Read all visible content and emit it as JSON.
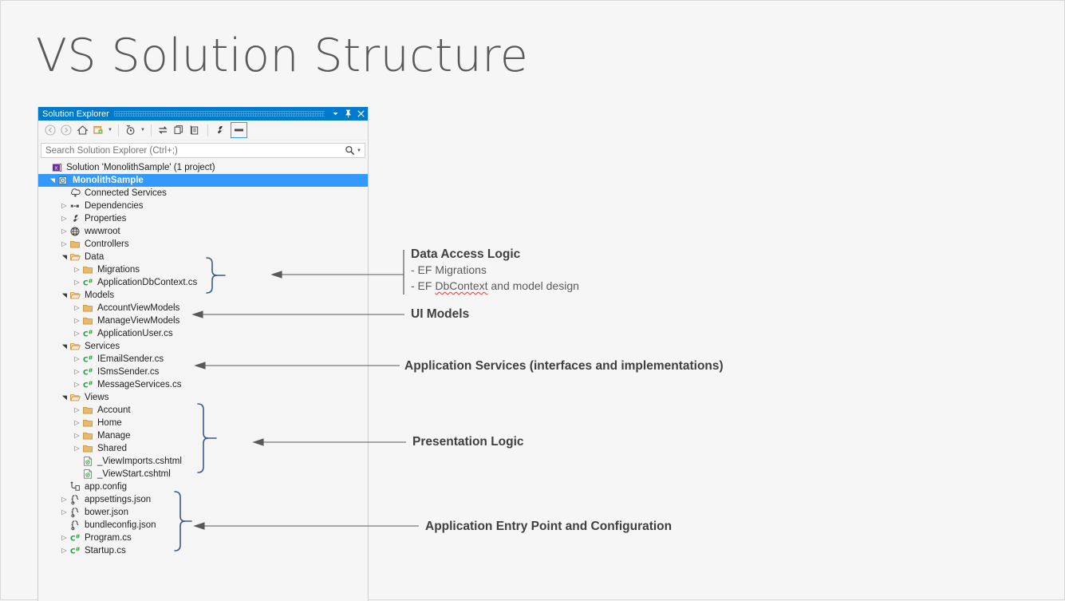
{
  "slide": {
    "title": "VS Solution Structure",
    "background": "#f6f6f6"
  },
  "solution_explorer": {
    "window_title": "Solution Explorer",
    "titlebar_color": "#007acc",
    "selection_color": "#3399ff",
    "titlebar_buttons": [
      {
        "name": "dropdown",
        "glyph": "▾"
      },
      {
        "name": "pin",
        "glyph": "⚑"
      },
      {
        "name": "close",
        "glyph": "✕"
      }
    ],
    "toolbar": [
      {
        "name": "back-icon",
        "label": "Back",
        "disabled": true
      },
      {
        "name": "forward-icon",
        "label": "Forward",
        "disabled": true
      },
      {
        "name": "home-icon",
        "label": "Home"
      },
      {
        "name": "sync-with-active-document-icon",
        "label": "Sync with Active Document"
      },
      {
        "name": "toolbar-caret-1",
        "label": "▾"
      },
      {
        "name": "pending-changes-icon",
        "label": "Pending Changes Filter"
      },
      {
        "name": "toolbar-caret-2",
        "label": "▾"
      },
      {
        "name": "refresh-icon",
        "label": "Refresh"
      },
      {
        "name": "show-all-files-icon",
        "label": "Show All Files"
      },
      {
        "name": "collapse-all-icon",
        "label": "Collapse All"
      },
      {
        "name": "properties-icon",
        "label": "Properties"
      },
      {
        "name": "preview-selected-items-icon",
        "label": "Preview Selected Items",
        "active": true
      }
    ],
    "search": {
      "placeholder": "Search Solution Explorer (Ctrl+;)",
      "value": "",
      "icon": "magnifier-icon",
      "caret": "▾"
    },
    "tree": [
      {
        "label": "Solution 'MonolithSample' (1 project)",
        "indent": 0,
        "twisty": "none",
        "icon": "solution-icon",
        "selected": false,
        "bold": false
      },
      {
        "label": "MonolithSample",
        "indent": 1,
        "twisty": "open",
        "icon": "project-icon",
        "selected": true,
        "bold": true
      },
      {
        "label": "Connected Services",
        "indent": 2,
        "twisty": "none",
        "icon": "connected-services-icon",
        "selected": false,
        "bold": false
      },
      {
        "label": "Dependencies",
        "indent": 2,
        "twisty": "closed",
        "icon": "dependencies-icon",
        "selected": false,
        "bold": false
      },
      {
        "label": "Properties",
        "indent": 2,
        "twisty": "closed",
        "icon": "wrench-icon",
        "selected": false,
        "bold": false
      },
      {
        "label": "wwwroot",
        "indent": 2,
        "twisty": "closed",
        "icon": "globe-icon",
        "selected": false,
        "bold": false
      },
      {
        "label": "Controllers",
        "indent": 2,
        "twisty": "closed",
        "icon": "folder-icon",
        "selected": false,
        "bold": false
      },
      {
        "label": "Data",
        "indent": 2,
        "twisty": "open",
        "icon": "folder-open-icon",
        "selected": false,
        "bold": false
      },
      {
        "label": "Migrations",
        "indent": 3,
        "twisty": "closed",
        "icon": "folder-icon",
        "selected": false,
        "bold": false
      },
      {
        "label": "ApplicationDbContext.cs",
        "indent": 3,
        "twisty": "closed",
        "icon": "csharp-icon",
        "selected": false,
        "bold": false
      },
      {
        "label": "Models",
        "indent": 2,
        "twisty": "open",
        "icon": "folder-open-icon",
        "selected": false,
        "bold": false
      },
      {
        "label": "AccountViewModels",
        "indent": 3,
        "twisty": "closed",
        "icon": "folder-icon",
        "selected": false,
        "bold": false
      },
      {
        "label": "ManageViewModels",
        "indent": 3,
        "twisty": "closed",
        "icon": "folder-icon",
        "selected": false,
        "bold": false
      },
      {
        "label": "ApplicationUser.cs",
        "indent": 3,
        "twisty": "closed",
        "icon": "csharp-icon",
        "selected": false,
        "bold": false
      },
      {
        "label": "Services",
        "indent": 2,
        "twisty": "open",
        "icon": "folder-open-icon",
        "selected": false,
        "bold": false
      },
      {
        "label": "IEmailSender.cs",
        "indent": 3,
        "twisty": "closed",
        "icon": "csharp-icon",
        "selected": false,
        "bold": false
      },
      {
        "label": "ISmsSender.cs",
        "indent": 3,
        "twisty": "closed",
        "icon": "csharp-icon",
        "selected": false,
        "bold": false
      },
      {
        "label": "MessageServices.cs",
        "indent": 3,
        "twisty": "closed",
        "icon": "csharp-icon",
        "selected": false,
        "bold": false
      },
      {
        "label": "Views",
        "indent": 2,
        "twisty": "open",
        "icon": "folder-open-icon",
        "selected": false,
        "bold": false
      },
      {
        "label": "Account",
        "indent": 3,
        "twisty": "closed",
        "icon": "folder-icon",
        "selected": false,
        "bold": false
      },
      {
        "label": "Home",
        "indent": 3,
        "twisty": "closed",
        "icon": "folder-icon",
        "selected": false,
        "bold": false
      },
      {
        "label": "Manage",
        "indent": 3,
        "twisty": "closed",
        "icon": "folder-icon",
        "selected": false,
        "bold": false
      },
      {
        "label": "Shared",
        "indent": 3,
        "twisty": "closed",
        "icon": "folder-icon",
        "selected": false,
        "bold": false
      },
      {
        "label": "_ViewImports.cshtml",
        "indent": 3,
        "twisty": "none",
        "icon": "cshtml-icon",
        "selected": false,
        "bold": false
      },
      {
        "label": "_ViewStart.cshtml",
        "indent": 3,
        "twisty": "none",
        "icon": "cshtml-icon",
        "selected": false,
        "bold": false
      },
      {
        "label": "app.config",
        "indent": 2,
        "twisty": "none",
        "icon": "config-icon",
        "selected": false,
        "bold": false
      },
      {
        "label": "appsettings.json",
        "indent": 2,
        "twisty": "closed",
        "icon": "json-icon",
        "selected": false,
        "bold": false
      },
      {
        "label": "bower.json",
        "indent": 2,
        "twisty": "closed",
        "icon": "json-icon",
        "selected": false,
        "bold": false
      },
      {
        "label": "bundleconfig.json",
        "indent": 2,
        "twisty": "none",
        "icon": "json-icon",
        "selected": false,
        "bold": false
      },
      {
        "label": "Program.cs",
        "indent": 2,
        "twisty": "closed",
        "icon": "csharp-icon",
        "selected": false,
        "bold": false
      },
      {
        "label": "Startup.cs",
        "indent": 2,
        "twisty": "closed",
        "icon": "csharp-icon",
        "selected": false,
        "bold": false
      }
    ]
  },
  "annotations": [
    {
      "id": "data-access-logic",
      "title": "Data Access Logic",
      "bullets": [
        "- EF Migrations",
        "- EF DbContext and model design"
      ],
      "bullet_squiggle_word": "DbContext"
    },
    {
      "id": "ui-models",
      "title": "UI Models",
      "bullets": []
    },
    {
      "id": "application-services",
      "title": "Application Services (interfaces and implementations)",
      "bullets": []
    },
    {
      "id": "presentation-logic",
      "title": "Presentation Logic",
      "bullets": []
    },
    {
      "id": "application-entry-point",
      "title": "Application Entry Point and Configuration",
      "bullets": []
    }
  ],
  "brace_color": "#3c5a8c",
  "arrow_color": "#595959"
}
